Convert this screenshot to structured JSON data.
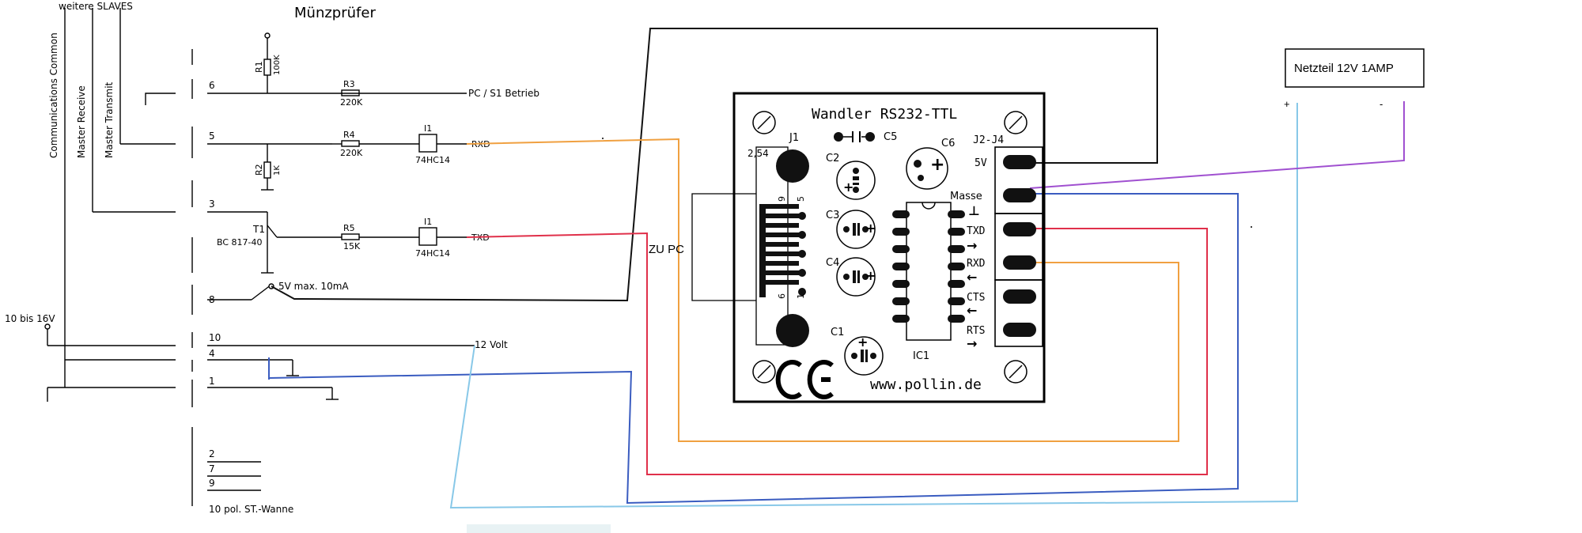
{
  "labels": {
    "weitere_slaves": "weitere SLAVES",
    "muenzpruefer": "Münzprüfer",
    "comm_common": "Communications Common",
    "master_receive": "Master Receive",
    "master_transmit": "Master Transmit",
    "pc_s1": "PC / S1 Betrieb",
    "rxd": "RXD",
    "txd": "TXD",
    "supply_range": "10 bis 16V",
    "twelve_volt": "12 Volt",
    "five_v_max": "5V max. 10mA",
    "connector": "10 pol. ST.-Wanne",
    "zu_pc": "ZU PC",
    "netzteil": "Netzteil 12V 1AMP",
    "plus": "+",
    "minus": "-"
  },
  "pins": [
    "6",
    "5",
    "3",
    "8",
    "10",
    "4",
    "1",
    "2",
    "7",
    "9"
  ],
  "components": {
    "r1": "R1",
    "r1_val": "100K",
    "r2": "R2",
    "r2_val": "1K",
    "r3": "R3",
    "r3_val": "220K",
    "r4": "R4",
    "r4_val": "220K",
    "r5": "R5",
    "r5_val": "15K",
    "i1": "I1",
    "ic_type": "74HC14",
    "t1": "T1",
    "t1_type": "BC 817-40"
  },
  "board": {
    "title": "Wandler RS232-TTL",
    "url": "www.pollin.de",
    "j1": "J1",
    "pitch": "2,54",
    "j2j4": "J2-J4",
    "ic1": "IC1",
    "ce": "CE",
    "caps": [
      "C1",
      "C2",
      "C3",
      "C4",
      "C5",
      "C6"
    ],
    "dsub_pins": [
      "9",
      "5",
      "6",
      "1"
    ],
    "terminals": [
      "5V",
      "Masse",
      "TXD",
      "RXD",
      "CTS",
      "RTS"
    ]
  },
  "colors": {
    "orange": "#f0a040",
    "red": "#e0304a",
    "blue": "#3a5cc0",
    "purple": "#a050d0",
    "lightblue": "#88c8e8"
  }
}
